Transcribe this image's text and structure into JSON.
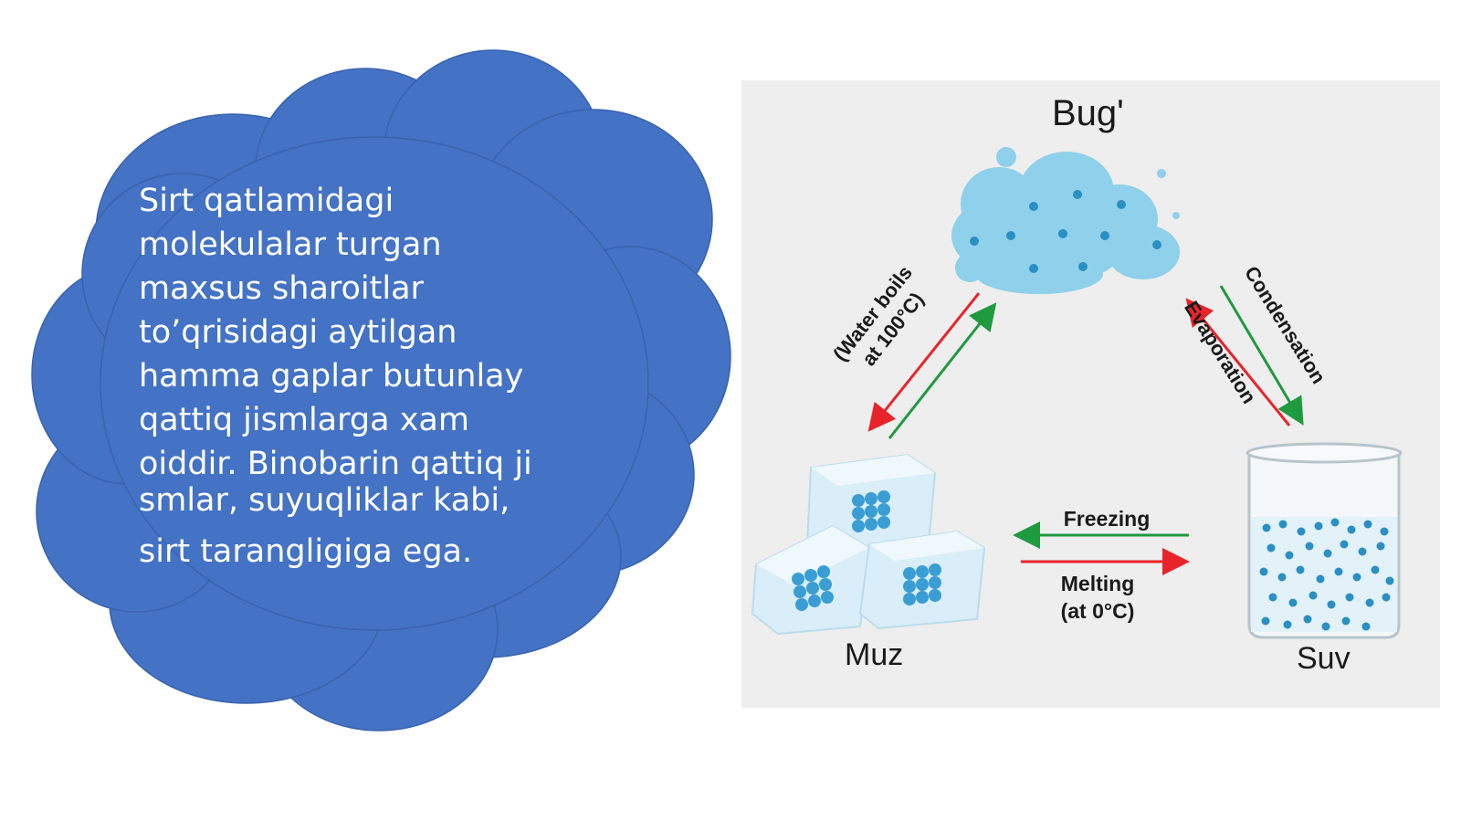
{
  "text_block": {
    "lines": [
      "Sirt qatlamidagi",
      "molekulalar turgan",
      "maxsus sharoitlar",
      "to’qrisidagi aytilgan",
      "hamma gaplar butunlay",
      "qattiq jismlarga xam",
      "oiddir. Binobarin qattiq ji",
      "smlar, suyuqliklar kabi,",
      "sirt tarangligiga ega."
    ]
  },
  "diagram": {
    "states": {
      "vapor": "Bug'",
      "ice": "Muz",
      "water": "Suv"
    },
    "transitions": {
      "boil_line1": "(Water boils",
      "boil_line2": "at 100°C)",
      "condensation": "Condensation",
      "evaporation": "Evaporation",
      "freezing": "Freezing",
      "melting_line1": "Melting",
      "melting_line2": "(at 0°C)"
    }
  },
  "colors": {
    "cloud_fill": "#4472c4",
    "cloud_text": "#ffffff",
    "panel_bg": "#eeeeee",
    "arrow_red": "#e8232a",
    "arrow_green": "#1f9a3e",
    "vapor_cloud": "#8fd0ea",
    "dot_blue": "#2a8fc2",
    "ice_face": "#d9eef8"
  }
}
